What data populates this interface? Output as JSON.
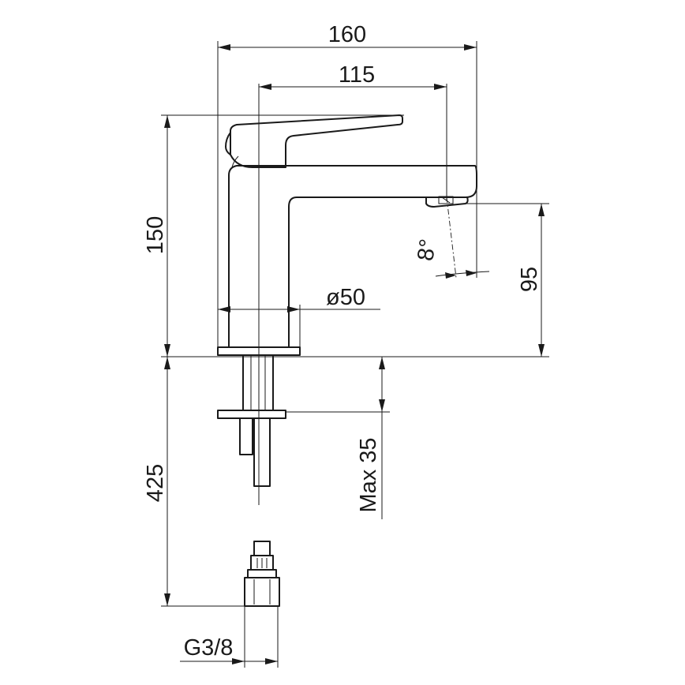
{
  "dimensions": {
    "overall_width": "160",
    "spout_reach": "115",
    "total_height": "150",
    "spout_height": "95",
    "spout_angle": "8°",
    "base_diameter": "ø50",
    "deck_thickness": "Max 35",
    "hose_length": "425",
    "connection_thread": "G3/8"
  },
  "colors": {
    "line": "#1a1a1a",
    "background": "#ffffff"
  }
}
